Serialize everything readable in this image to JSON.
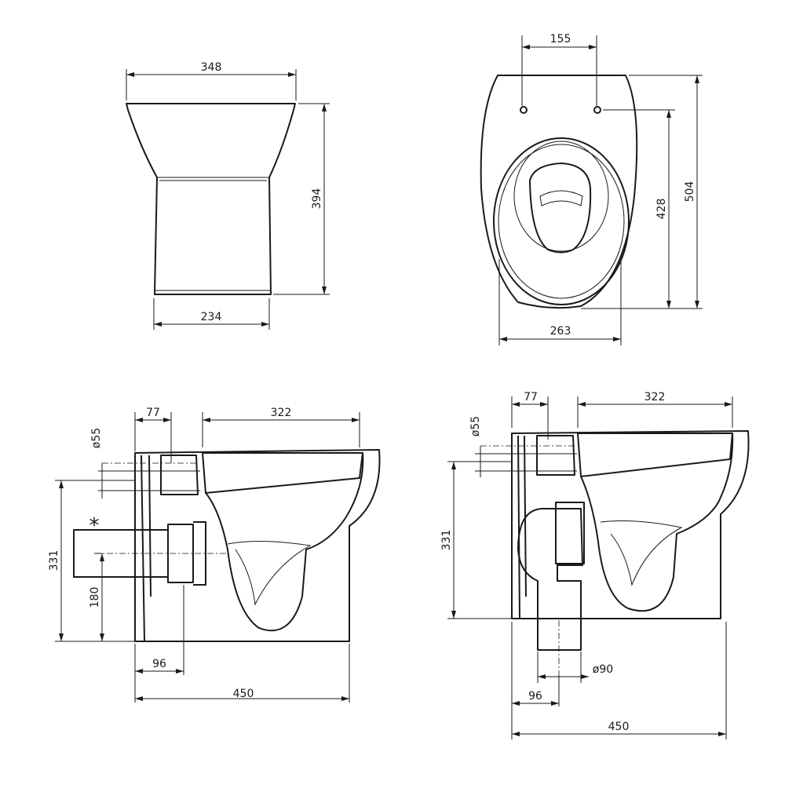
{
  "front_view": {
    "width_top": "348",
    "height": "394",
    "width_base": "234"
  },
  "top_view": {
    "hinge_spacing": "155",
    "length": "504",
    "hinge_to_front": "428",
    "width": "263"
  },
  "side_view_horizontal_outlet": {
    "rear_to_inlet": "77",
    "bowl_opening": "322",
    "inlet_diameter": "ø55",
    "inlet_height": "331",
    "outlet_height": "180",
    "outlet_offset": "96",
    "depth": "450",
    "note_mark": "*"
  },
  "side_view_vertical_outlet": {
    "rear_to_inlet": "77",
    "bowl_opening": "322",
    "inlet_diameter": "ø55",
    "inlet_height": "331",
    "outlet_diameter": "ø90",
    "outlet_offset": "96",
    "depth": "450"
  }
}
